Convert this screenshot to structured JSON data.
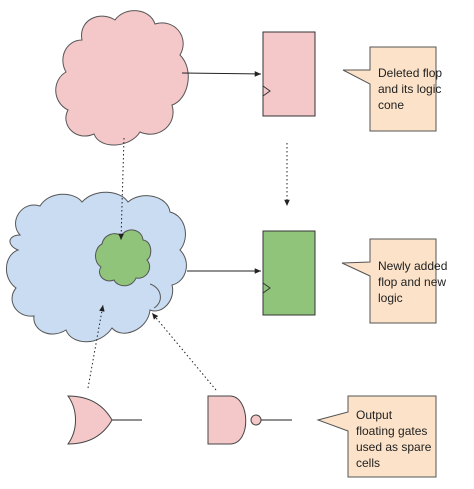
{
  "colors": {
    "pink_fill": "#f4c7c8",
    "blue_fill": "#c9dcf2",
    "green_fill": "#8fc47a",
    "callout_fill": "#fbe2c8",
    "stroke": "#444444"
  },
  "callouts": {
    "deleted": [
      "Deleted flop",
      "and its logic",
      "cone"
    ],
    "added": [
      "Newly added",
      "flop and new",
      "logic"
    ],
    "spare": [
      "Output",
      "floating gates",
      "used as spare",
      "cells"
    ]
  }
}
